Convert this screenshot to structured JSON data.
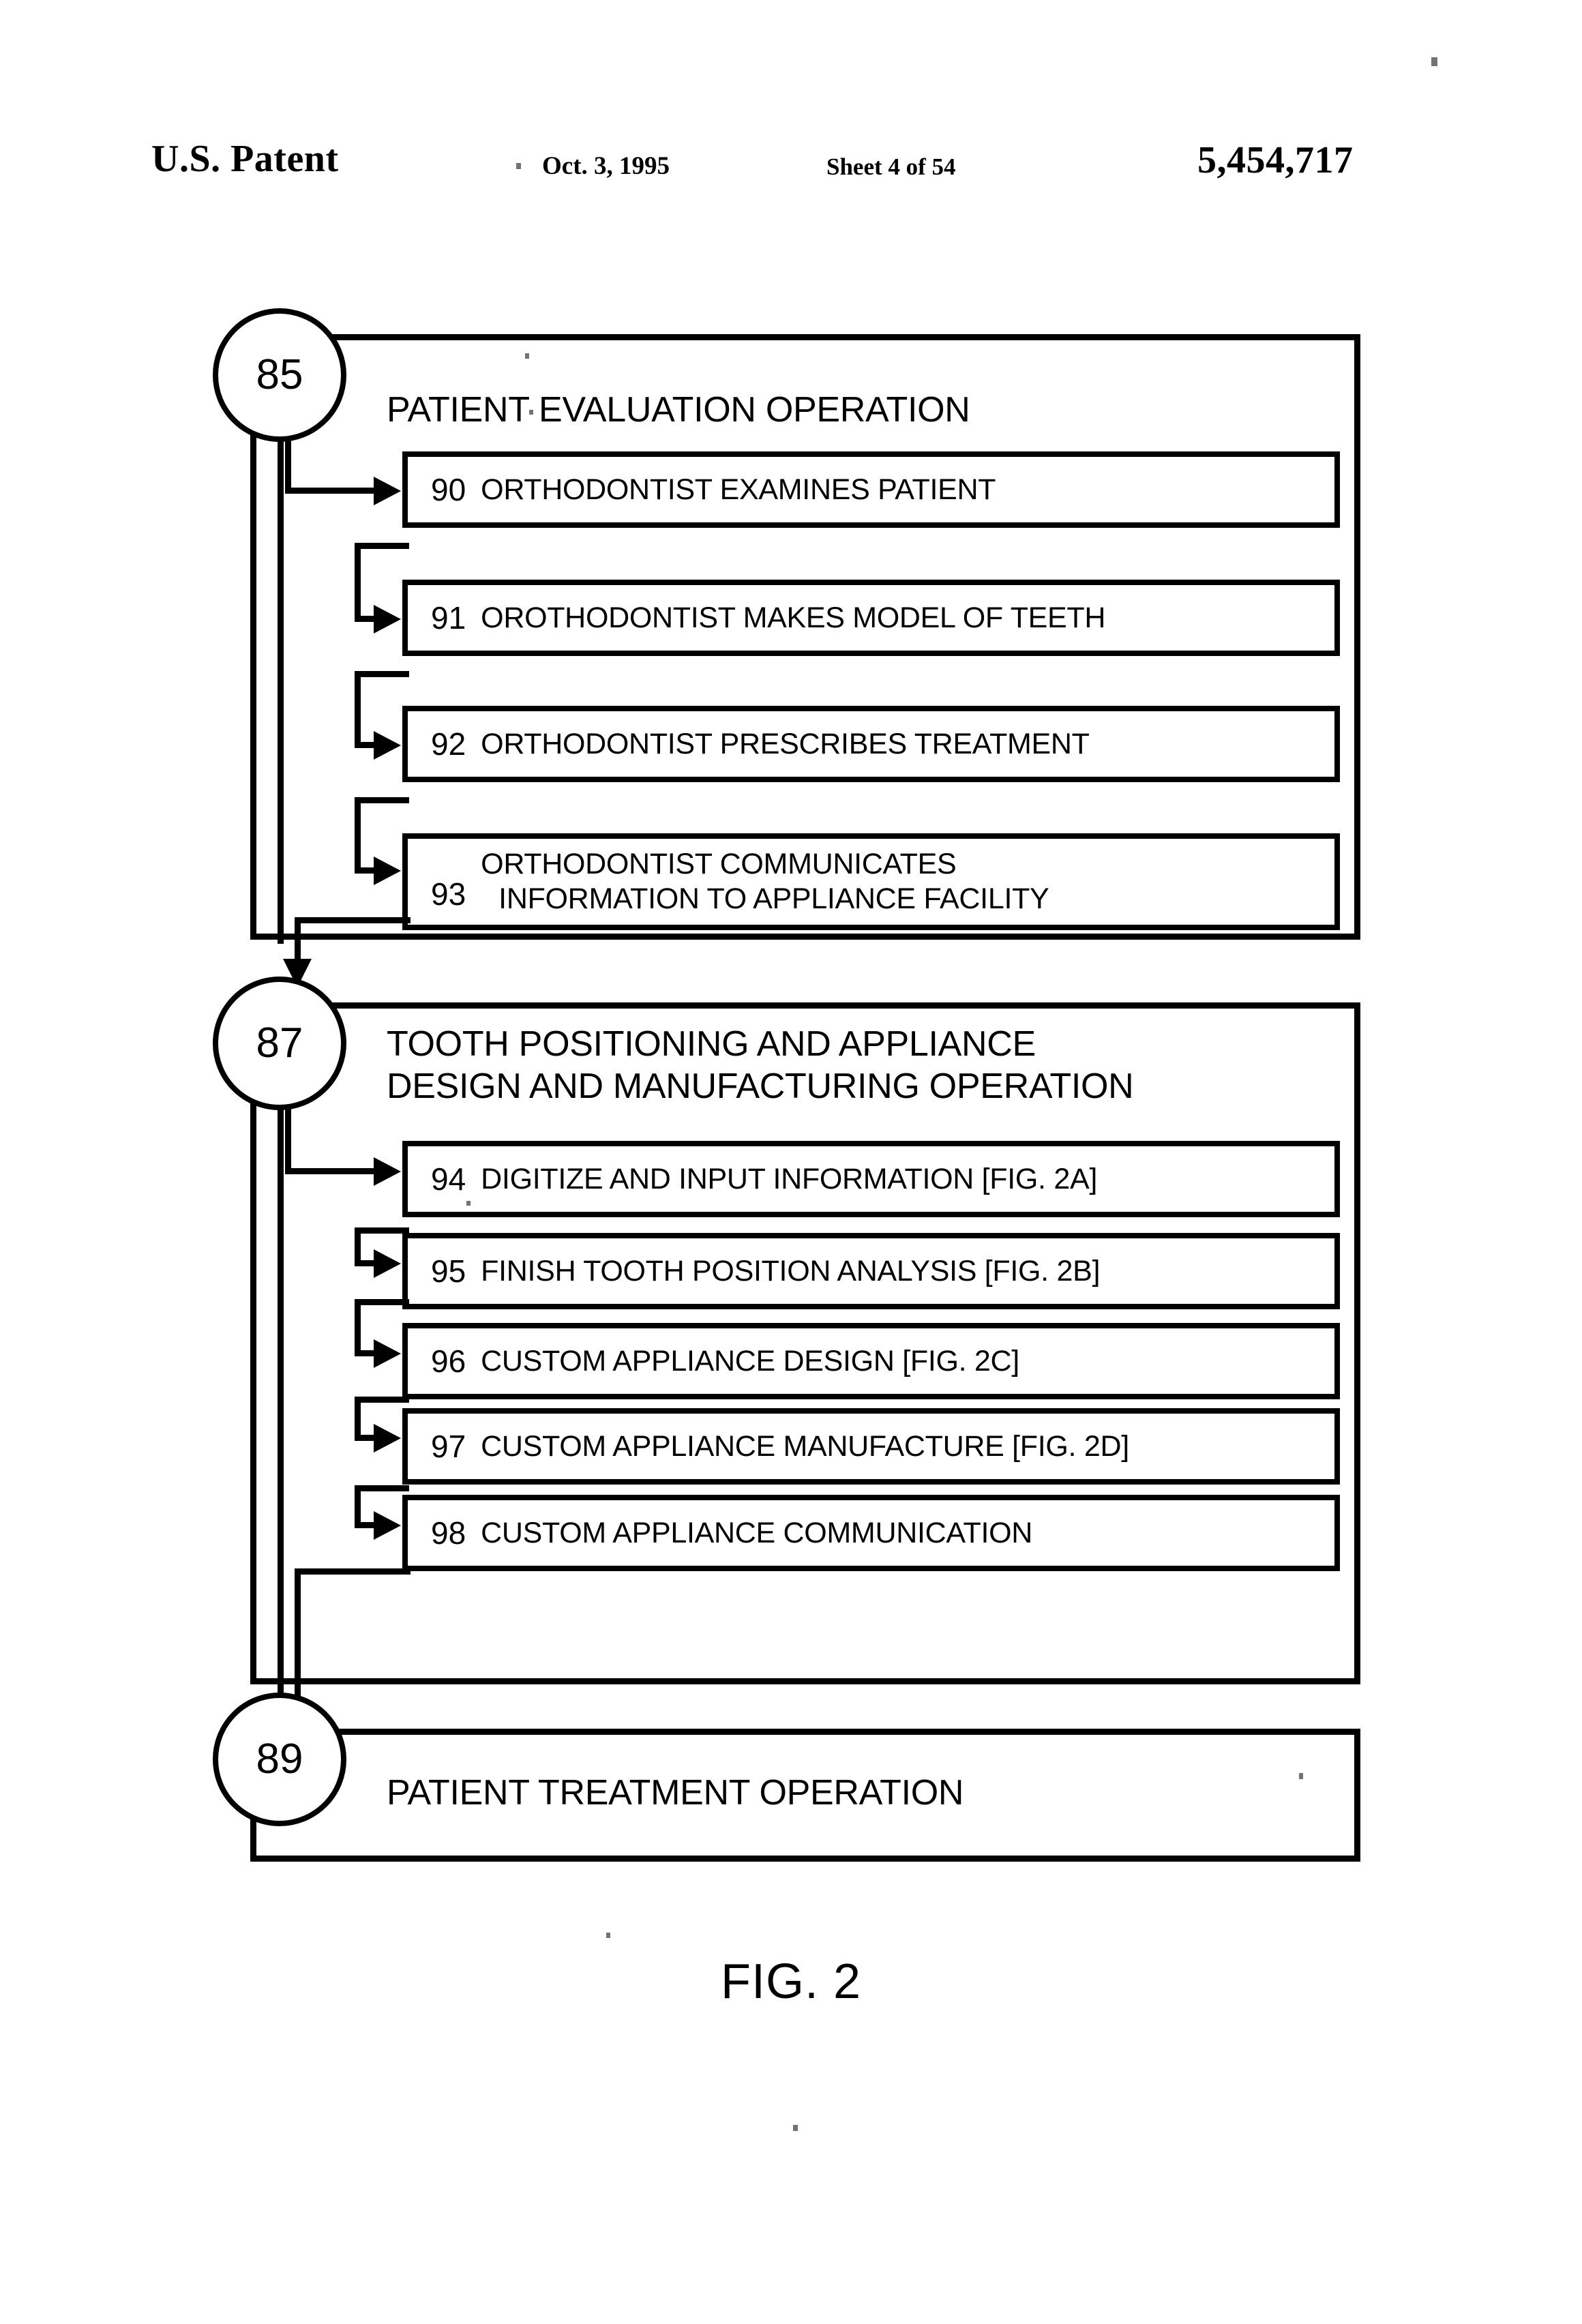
{
  "header": {
    "office": "U.S. Patent",
    "date": "Oct. 3, 1995",
    "sheet": "Sheet 4 of 54",
    "patent_number": "5,454,717"
  },
  "figure": {
    "caption": "FIG. 2",
    "operations": [
      {
        "ref": "85",
        "title": "PATIENT EVALUATION OPERATION",
        "steps": [
          {
            "num": "90",
            "text": "ORTHODONTIST EXAMINES PATIENT"
          },
          {
            "num": "91",
            "text": "OROTHODONTIST MAKES MODEL OF TEETH"
          },
          {
            "num": "92",
            "text": "ORTHODONTIST PRESCRIBES TREATMENT"
          },
          {
            "num": "93",
            "line1": "ORTHODONTIST COMMUNICATES",
            "line2": "INFORMATION TO APPLIANCE FACILITY"
          }
        ]
      },
      {
        "ref": "87",
        "title": "TOOTH POSITIONING AND APPLIANCE\nDESIGN AND MANUFACTURING OPERATION",
        "steps": [
          {
            "num": "94",
            "text": "DIGITIZE AND INPUT INFORMATION [FIG. 2A]"
          },
          {
            "num": "95",
            "text": "FINISH TOOTH POSITION ANALYSIS [FIG. 2B]"
          },
          {
            "num": "96",
            "text": "CUSTOM APPLIANCE DESIGN [FIG. 2C]"
          },
          {
            "num": "97",
            "text": "CUSTOM APPLIANCE MANUFACTURE [FIG. 2D]"
          },
          {
            "num": "98",
            "text": "CUSTOM APPLIANCE COMMUNICATION"
          }
        ]
      },
      {
        "ref": "89",
        "title": "PATIENT TREATMENT OPERATION",
        "steps": []
      }
    ]
  },
  "colors": {
    "ink": "#000000",
    "paper": "#ffffff"
  }
}
